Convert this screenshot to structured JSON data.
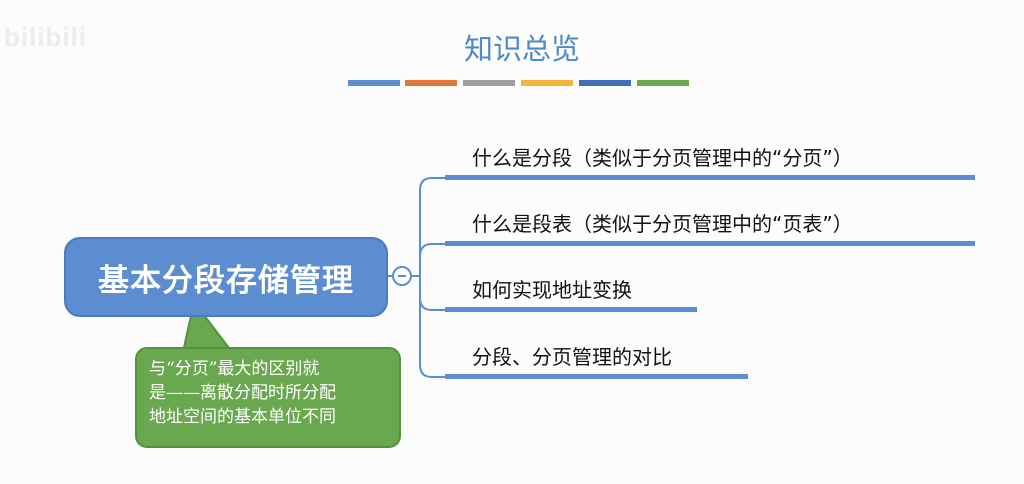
{
  "watermark": "bilibili",
  "title": "知识总览",
  "color_bars": [
    "#5b8dd0",
    "#e07a3a",
    "#a0a0a0",
    "#f0b53a",
    "#3f6fb8",
    "#6aa84f"
  ],
  "root": {
    "label": "基本分段存储管理",
    "color": "#5b8dd0"
  },
  "branches": [
    {
      "label": "什么是分段（类似于分页管理中的“分页”）"
    },
    {
      "label": "什么是段表（类似于分页管理中的“页表”）"
    },
    {
      "label": "如何实现地址变换"
    },
    {
      "label": "分段、分页管理的对比"
    }
  ],
  "callout": {
    "lines": [
      "与“分页”最大的区别就",
      "是——离散分配时所分配",
      "地址空间的基本单位不同"
    ],
    "color": "#6aa84f"
  }
}
